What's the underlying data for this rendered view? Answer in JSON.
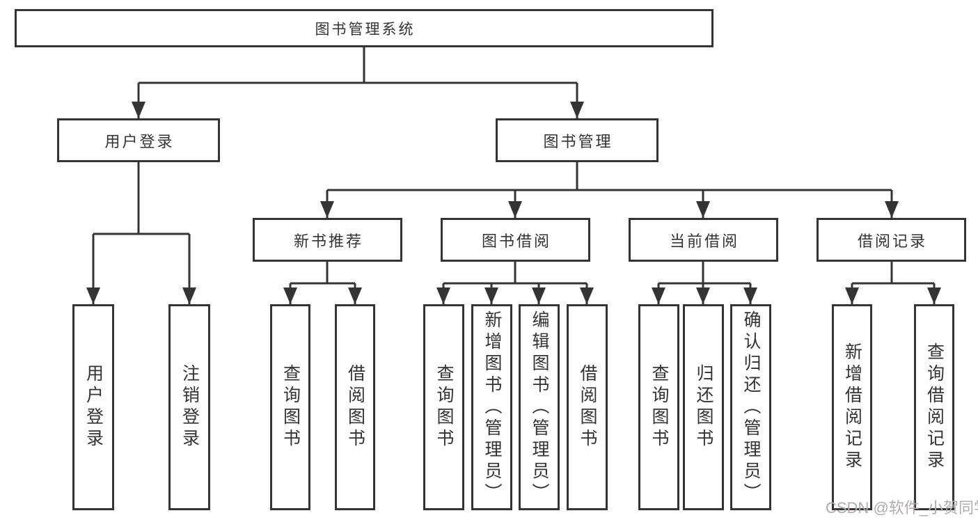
{
  "diagram": {
    "root": {
      "label": "图书管理系统"
    },
    "branches": [
      {
        "label": "用户登录",
        "children": [
          {
            "label": "用户登录"
          },
          {
            "label": "注销登录"
          }
        ]
      },
      {
        "label": "图书管理",
        "groups": [
          {
            "label": "新书推荐",
            "children": [
              {
                "label": "查询图书"
              },
              {
                "label": "借阅图书"
              }
            ]
          },
          {
            "label": "图书借阅",
            "children": [
              {
                "label": "查询图书"
              },
              {
                "label": "新增图书（管理员）"
              },
              {
                "label": "编辑图书（管理员）"
              },
              {
                "label": "借阅图书"
              }
            ]
          },
          {
            "label": "当前借阅",
            "children": [
              {
                "label": "查询图书"
              },
              {
                "label": "归还图书"
              },
              {
                "label": "确认归还（管理员）"
              }
            ]
          },
          {
            "label": "借阅记录",
            "children": [
              {
                "label": "新增借阅记录"
              },
              {
                "label": "查询借阅记录"
              }
            ]
          }
        ]
      }
    ]
  },
  "watermark": {
    "text": "CSDN @软件_小贺同学"
  },
  "colors": {
    "line": "#343434",
    "box_border": "#343434",
    "text": "#333333",
    "watermark": "#b3abab",
    "background": "#ffffff"
  }
}
